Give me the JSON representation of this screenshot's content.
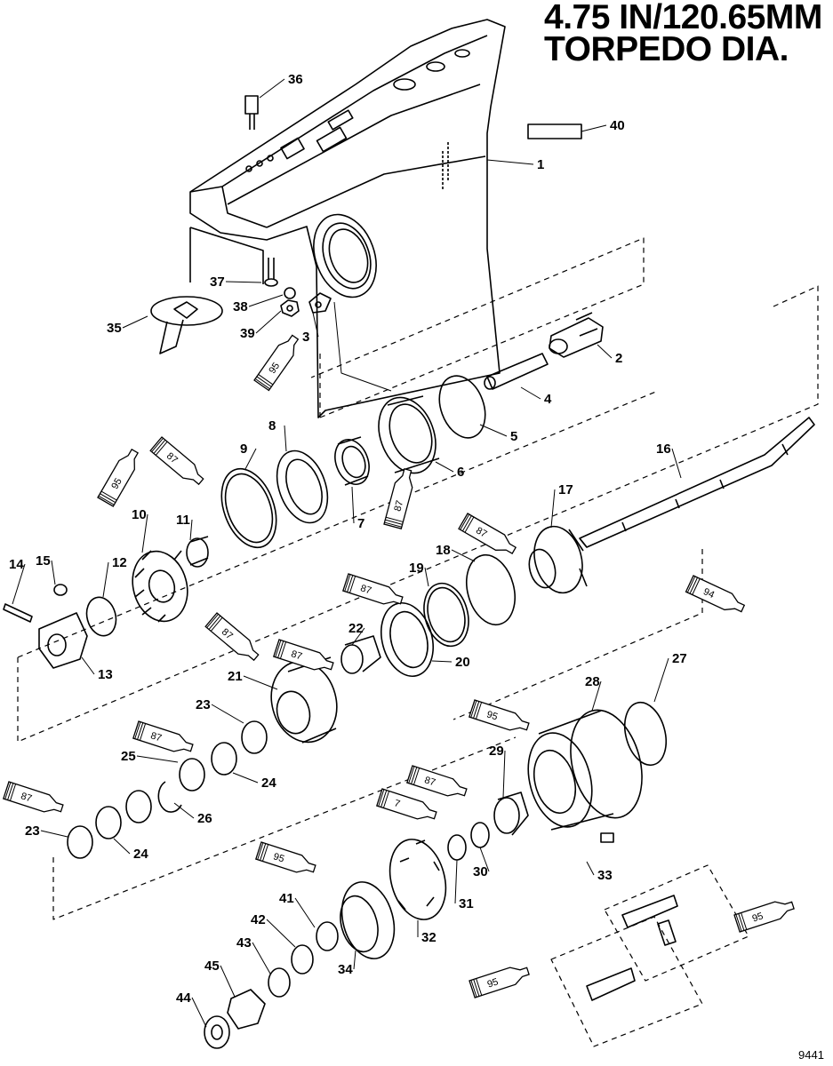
{
  "header": {
    "line1": "4.75 IN/120.65MM",
    "line2": "TORPEDO DIA."
  },
  "figure_id": "9441",
  "callouts": [
    {
      "id": "c1",
      "label": "1"
    },
    {
      "id": "c2",
      "label": "2"
    },
    {
      "id": "c3",
      "label": "3"
    },
    {
      "id": "c4",
      "label": "4"
    },
    {
      "id": "c5",
      "label": "5"
    },
    {
      "id": "c6",
      "label": "6"
    },
    {
      "id": "c7",
      "label": "7"
    },
    {
      "id": "c8",
      "label": "8"
    },
    {
      "id": "c9",
      "label": "9"
    },
    {
      "id": "c10",
      "label": "10"
    },
    {
      "id": "c11",
      "label": "11"
    },
    {
      "id": "c12",
      "label": "12"
    },
    {
      "id": "c13",
      "label": "13"
    },
    {
      "id": "c14",
      "label": "14"
    },
    {
      "id": "c15",
      "label": "15"
    },
    {
      "id": "c16",
      "label": "16"
    },
    {
      "id": "c17",
      "label": "17"
    },
    {
      "id": "c18",
      "label": "18"
    },
    {
      "id": "c19",
      "label": "19"
    },
    {
      "id": "c20",
      "label": "20"
    },
    {
      "id": "c21",
      "label": "21"
    },
    {
      "id": "c22",
      "label": "22"
    },
    {
      "id": "c23a",
      "label": "23"
    },
    {
      "id": "c23b",
      "label": "23"
    },
    {
      "id": "c24a",
      "label": "24"
    },
    {
      "id": "c24b",
      "label": "24"
    },
    {
      "id": "c25",
      "label": "25"
    },
    {
      "id": "c26",
      "label": "26"
    },
    {
      "id": "c27",
      "label": "27"
    },
    {
      "id": "c28",
      "label": "28"
    },
    {
      "id": "c29",
      "label": "29"
    },
    {
      "id": "c30",
      "label": "30"
    },
    {
      "id": "c31",
      "label": "31"
    },
    {
      "id": "c32",
      "label": "32"
    },
    {
      "id": "c33",
      "label": "33"
    },
    {
      "id": "c34",
      "label": "34"
    },
    {
      "id": "c35",
      "label": "35"
    },
    {
      "id": "c36",
      "label": "36"
    },
    {
      "id": "c37",
      "label": "37"
    },
    {
      "id": "c38",
      "label": "38"
    },
    {
      "id": "c39",
      "label": "39"
    },
    {
      "id": "c40",
      "label": "40"
    },
    {
      "id": "c41",
      "label": "41"
    },
    {
      "id": "c42",
      "label": "42"
    },
    {
      "id": "c43",
      "label": "43"
    },
    {
      "id": "c44",
      "label": "44"
    },
    {
      "id": "c45",
      "label": "45"
    }
  ],
  "lubricant_tubes": [
    {
      "id": "t95a",
      "label": "95"
    },
    {
      "id": "t87a",
      "label": "87"
    },
    {
      "id": "t95b",
      "label": "95"
    },
    {
      "id": "t87b",
      "label": "87"
    },
    {
      "id": "t87c",
      "label": "87"
    },
    {
      "id": "t87d",
      "label": "87"
    },
    {
      "id": "t94",
      "label": "94"
    },
    {
      "id": "t87e",
      "label": "87"
    },
    {
      "id": "t87f",
      "label": "87"
    },
    {
      "id": "t87g",
      "label": "87"
    },
    {
      "id": "t87h",
      "label": "87"
    },
    {
      "id": "t95c",
      "label": "95"
    },
    {
      "id": "t87i",
      "label": "87"
    },
    {
      "id": "t7",
      "label": "7"
    },
    {
      "id": "t95d",
      "label": "95"
    },
    {
      "id": "t95e",
      "label": "95"
    },
    {
      "id": "t95f",
      "label": "95"
    }
  ]
}
